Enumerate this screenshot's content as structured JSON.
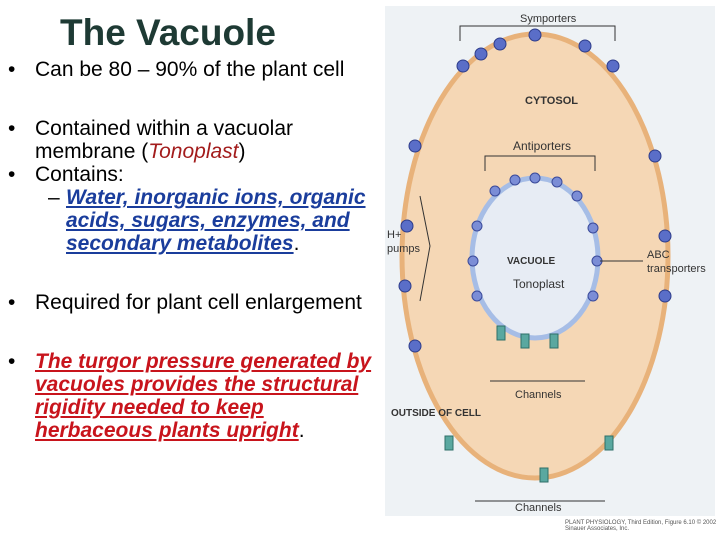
{
  "slide": {
    "title": "The Vacuole",
    "bullet1": "Can be 80 – 90% of the plant cell",
    "bullet2_pre": "Contained within a vacuolar membrane (",
    "bullet2_term": "Tonoplast",
    "bullet2_post": ")",
    "bullet3": "Contains:",
    "sub1": "Water, inorganic ions, organic acids, sugars, enzymes, and secondary metabolites",
    "sub1_end": ".",
    "bullet4": "Required for plant cell enlargement",
    "bullet5": "The turgor pressure generated by vacuoles provides the structural rigidity needed to keep herbaceous plants upright",
    "bullet5_end": "."
  },
  "figure": {
    "symporters": "Symporters",
    "cytosol": "CYTOSOL",
    "antiporters": "Antiporters",
    "hplus": "H+",
    "pumps": "pumps",
    "vacuole": "VACUOLE",
    "tonoplast": "Tonoplast",
    "abc1": "ABC",
    "abc2": "transporters",
    "channels_inner": "Channels",
    "outside": "OUTSIDE OF CELL",
    "channels_outer": "Channels",
    "caption": "PLANT PHYSIOLOGY, Third Edition, Figure 6.10 © 2002 Sinauer Associates, Inc."
  }
}
